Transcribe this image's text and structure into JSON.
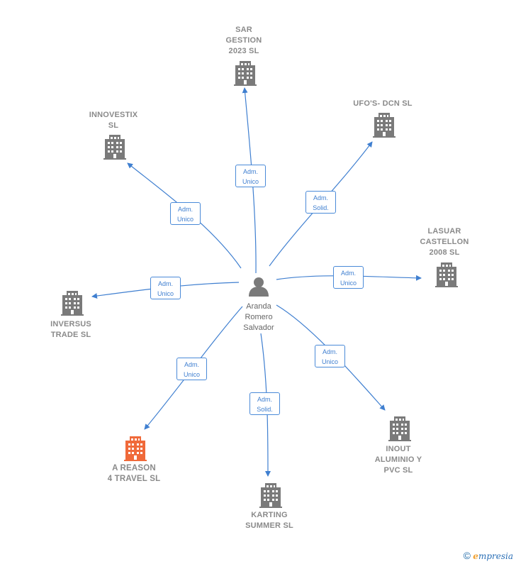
{
  "person": {
    "name": "Aranda\nRomero\nSalvador",
    "icon": "person-icon"
  },
  "companies": [
    {
      "id": "sar",
      "name": "SAR\nGESTION\n2023  SL",
      "role_line1": "Adm.",
      "role_line2": "Unico",
      "color": "#7a7a7a"
    },
    {
      "id": "ufos",
      "name": "UFO'S- DCN  SL",
      "role_line1": "Adm.",
      "role_line2": "Solid.",
      "color": "#7a7a7a"
    },
    {
      "id": "innovestix",
      "name": "INNOVESTIX\nSL",
      "role_line1": "Adm.",
      "role_line2": "Unico",
      "color": "#7a7a7a"
    },
    {
      "id": "lasuar",
      "name": "LASUAR\nCASTELLON\n2008 SL",
      "role_line1": "Adm.",
      "role_line2": "Unico",
      "color": "#7a7a7a"
    },
    {
      "id": "inversus",
      "name": "INVERSUS\nTRADE  SL",
      "role_line1": "Adm.",
      "role_line2": "Unico",
      "color": "#7a7a7a"
    },
    {
      "id": "inout",
      "name": "INOUT\nALUMINIO Y\nPVC  SL",
      "role_line1": "Adm.",
      "role_line2": "Unico",
      "color": "#7a7a7a"
    },
    {
      "id": "areason",
      "name": "A REASON\n4 TRAVEL  SL",
      "role_line1": "Adm.",
      "role_line2": "Unico",
      "color": "#f06a3a"
    },
    {
      "id": "karting",
      "name": "KARTING\nSUMMER  SL",
      "role_line1": "Adm.",
      "role_line2": "Solid.",
      "color": "#7a7a7a"
    }
  ],
  "footer": {
    "copyright": "©",
    "brand_first": "e",
    "brand_rest": "mpresia"
  },
  "colors": {
    "edge": "#3f7fd0",
    "building": "#7a7a7a",
    "building_highlight": "#f06a3a"
  }
}
